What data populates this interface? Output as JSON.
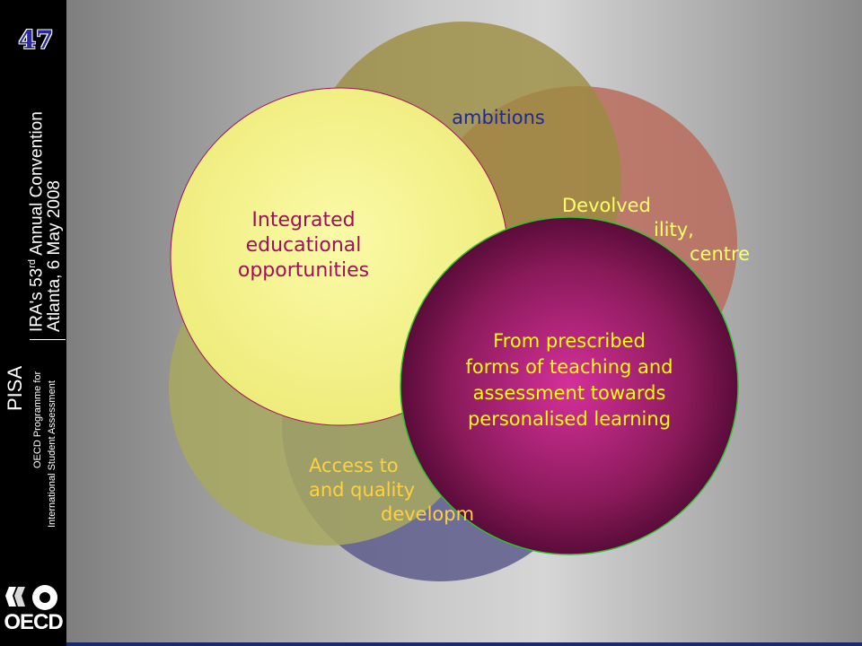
{
  "slide": {
    "number": "47",
    "header_line1": "IRA's 53rd Annual Convention",
    "header_line2": "Atlanta, 6 May 2008",
    "brand": "PISA",
    "brand_org_line1": "OECD Programme for",
    "brand_org_line2": "International Student Assessment",
    "logo_text": "OECD"
  },
  "diagram": {
    "top_circle_label": "ambitions",
    "right_circle_label": "Devolved\n...ility,\n...centre",
    "bottom_circle_label": "Access to\nand quality\ndevelopm...",
    "left_circle_label": "Integrated\neducational\nopportunities",
    "center_circle_label": "From prescribed\nforms of teaching and\nassessment towards\npersonalised learning"
  },
  "colors": {
    "top_circle": "#9a8a3a",
    "right_circle": "#b86a5a",
    "lower_left_circle": "#a8a85a",
    "bottom_circle": "#5a5a8a",
    "left_circle": "#f2f08a",
    "center_circle": "#c2287e",
    "center_text": "#ffff00",
    "left_text": "#a0105a",
    "top_text": "#1a2aa0",
    "right_text": "#ffff66",
    "bottom_text": "#ffd040"
  }
}
